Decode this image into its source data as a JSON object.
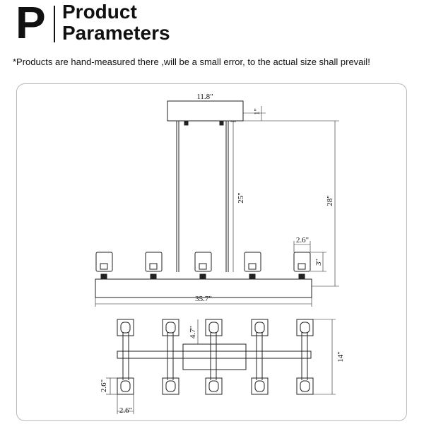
{
  "header": {
    "logo_letter": "P",
    "title_line1": "Product",
    "title_line2": "Parameters"
  },
  "note": "*Products are hand-measured there ,will be a small error, to the actual size shall prevail!",
  "dimensions": {
    "canopy_width": "11.8\"",
    "canopy_height": "1\"",
    "rod_length": "25\"",
    "overall_height": "28\"",
    "shade_width": "2.6\"",
    "shade_height": "3\"",
    "bar_length": "35.7\"",
    "plan_spacing": "4.7\"",
    "plan_depth": "14\"",
    "plan_shade_depth": "2.6\"",
    "plan_shade_width": "2.6\""
  }
}
